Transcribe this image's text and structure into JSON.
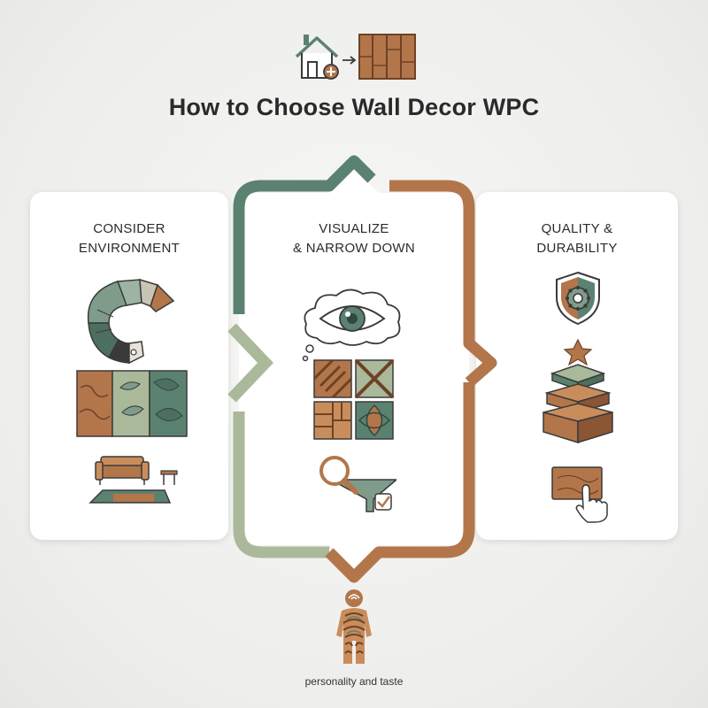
{
  "title": "How to Choose Wall Decor WPC",
  "cards": [
    {
      "title_line1": "CONSIDER",
      "title_line2": "ENVIRONMENT"
    },
    {
      "title_line1": "VISUALIZE",
      "title_line2": "& NARROW DOWN"
    },
    {
      "title_line1": "QUALITY &",
      "title_line2": "DURABILITY"
    }
  ],
  "caption": "personality and taste",
  "colors": {
    "sage_dark": "#5b8271",
    "sage_light": "#a9b99a",
    "wood": "#b3764a",
    "wood_dark": "#8a5634",
    "charcoal": "#3a3a3a"
  },
  "icons": [
    "house-add-icon",
    "arrow-right-icon",
    "wood-panel-icon",
    "color-swatch-fan-icon",
    "wall-texture-samples-icon",
    "living-room-icon",
    "eye-thought-icon",
    "pattern-tiles-icon",
    "magnify-filter-check-icon",
    "shield-gear-icon",
    "stacked-blocks-star-icon",
    "hand-touch-wood-icon",
    "person-fingerprint-icon"
  ]
}
